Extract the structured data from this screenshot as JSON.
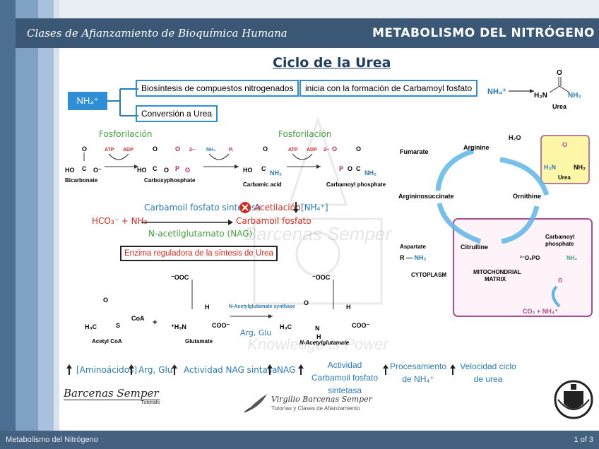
{
  "header": {
    "course_title": "Clases de Afianzamiento de Bioquímica Humana",
    "topic_title": "Metabolismo del Nitrógeno"
  },
  "slide": {
    "title": "Ciclo de la Urea",
    "nh4_box": "NH₄⁺",
    "branch_1": "Biosíntesis de compuestos nitrogenados",
    "branch_1_note": "inicia con la formación de Carbamoyl fosfato",
    "branch_2": "Conversión a Urea",
    "nh4_small": "NH₄⁺",
    "urea_formula_label": "Urea",
    "phosphorylation_1": "Fosforilación",
    "phosphorylation_2": "Fosforilación",
    "bicarbonate": "Bicarbonate",
    "carboxyphosphate": "Carboxyphosphate",
    "carbamic_acid": "Carbamic acid",
    "carbamoyl_phosphate": "Carbamoyl phosphate",
    "atp": "ATP",
    "adp": "ADP",
    "nh3": "NH₃",
    "pi": "Pᵢ",
    "enzyme": "Carbamoil fosfato sintetasa",
    "acetylation": "Acetilación",
    "nh4_bracket": "[NH₄⁺]",
    "reactants": "HCO₃⁻ + NH₃",
    "product": "Carbamoil fosfato",
    "activator": "N-acetilglutamato (NAG)",
    "regulator_box": "Enzima reguladora de la síntesis de Urea",
    "acetyl_coa": "Acetyl CoA",
    "glutamate": "Glutamate",
    "n_acetylglutamate": "N-Acetylglutamate",
    "nag_synthase": "N-Acetylglutamate synthase",
    "arg_glu": "Arg, Glu",
    "bottom_items": [
      "[Aminoácidos]",
      "Arg, Glu",
      "Actividad NAG sintasa",
      "NAG",
      "Actividad Carbamoil fosfato sintetasa",
      "Procesamiento de NH₄⁺",
      "Velocidad ciclo de urea"
    ],
    "brand_left": "Barcenas Semper",
    "brand_left_sub": "Tutorials",
    "brand_center_name": "Virgilio Barcenas Semper",
    "brand_center_sub": "Tutorías y Clases de Afianzamiento",
    "watermark_1": "Barcenas Semper",
    "watermark_2": "Knowledge is Power"
  },
  "cycle": {
    "fumarate": "Fumarate",
    "arginine": "Arginine",
    "h2o": "H₂O",
    "urea": "Urea",
    "argininosuccinate": "Argininosuccinate",
    "ornithine": "Ornithine",
    "aspartate": "Aspartate",
    "citrulline": "Citrulline",
    "cytoplasm": "CYTOPLASM",
    "mito_1": "MITOCHONDRIAL",
    "mito_2": "MATRIX",
    "carbamoyl_1": "Carbamoyl",
    "carbamoyl_2": "phosphate",
    "co2_nh4": "CO₂ + NH₄⁺"
  },
  "footer": {
    "left": "Metabolismo del Nitrógeno",
    "right": "1 of 3"
  },
  "colors": {
    "header_bg": "#3a5876",
    "accent_blue": "#2a7ab8",
    "green": "#41a33a",
    "red": "#d42a1e",
    "urea_box": "#fff7a8",
    "mito_border": "#b04a8a"
  }
}
